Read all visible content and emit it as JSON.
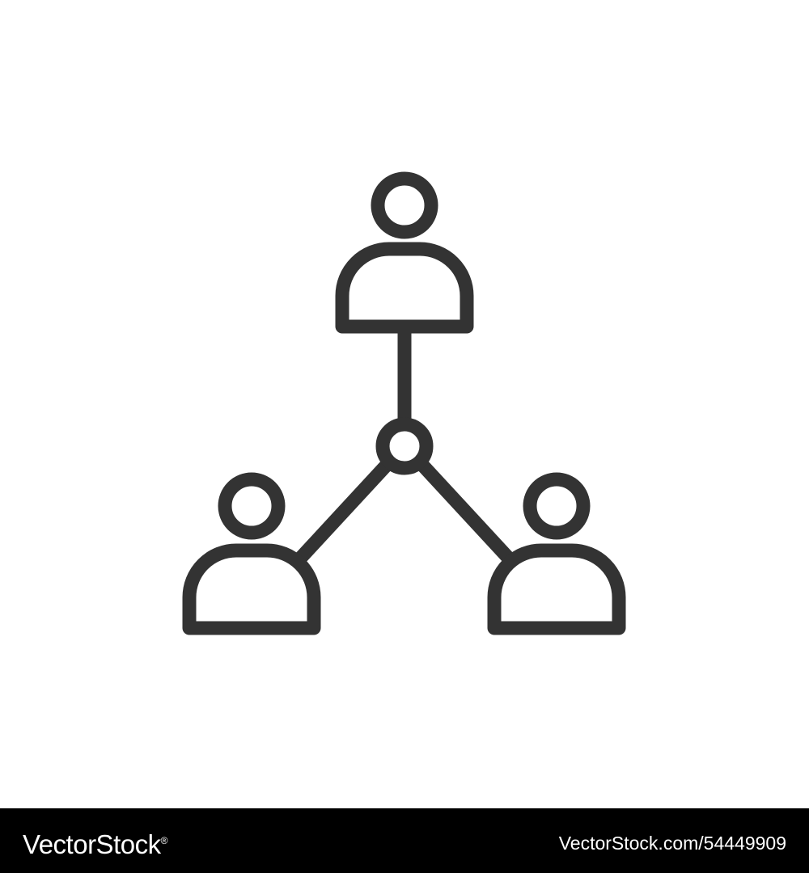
{
  "colors": {
    "background": "#ffffff",
    "icon_stroke": "#333333",
    "footer_background": "#000000",
    "footer_text": "#ffffff"
  },
  "icon": {
    "name": "people-network-icon",
    "parts": [
      "person-icon-top",
      "person-icon-left",
      "person-icon-right",
      "hub-node-icon",
      "connector-lines"
    ]
  },
  "footer": {
    "brand": "VectorStock",
    "brand_registered": "®",
    "image_id": "VectorStock.com/54449909"
  }
}
